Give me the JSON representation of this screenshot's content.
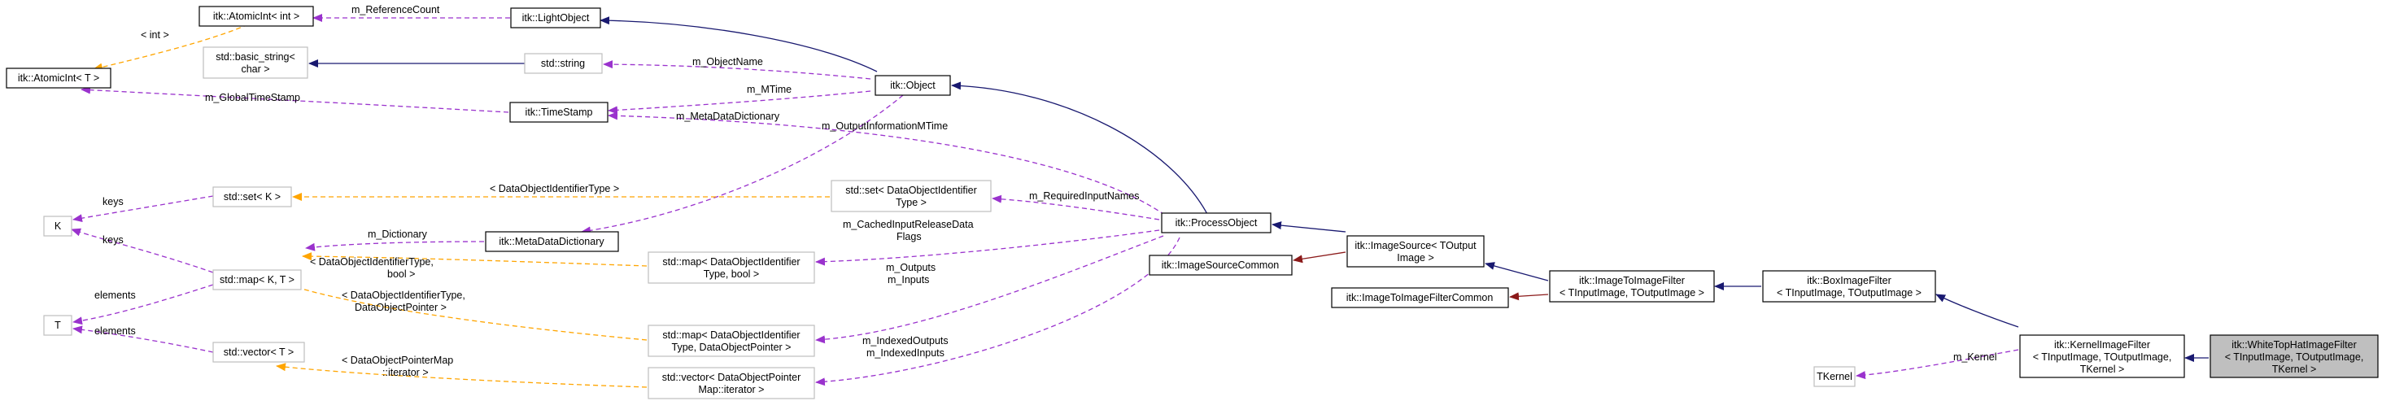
{
  "colors": {
    "inheritance": "#191970",
    "usage": "#9a32cd",
    "template": "#ffa500",
    "private_inheritance": "#8b1a1a"
  },
  "nodes": {
    "atomicint_int": "itk::AtomicInt< int >",
    "lightobject": "itk::LightObject",
    "atomicint_t": "itk::AtomicInt< T >",
    "basic_string_1": "std::basic_string<",
    "basic_string_2": "char >",
    "std_string": "std::string",
    "object": "itk::Object",
    "timestamp": "itk::TimeStamp",
    "k": "K",
    "set_k": "std::set< K >",
    "set_doid_1": "std::set< DataObjectIdentifier",
    "set_doid_2": "Type >",
    "metadatadictionary": "itk::MetaDataDictionary",
    "processobject": "itk::ProcessObject",
    "map_kt": "std::map< K, T >",
    "t": "T",
    "map_doid_bool_1": "std::map< DataObjectIdentifier",
    "map_doid_bool_2": "Type, bool >",
    "imagesource_1": "itk::ImageSource< TOutput",
    "imagesource_2": "Image >",
    "imagesourcecommon": "itk::ImageSourceCommon",
    "imagetoimagefiltercommon": "itk::ImageToImageFilterCommon",
    "imagetoimagefilter_1": "itk::ImageToImageFilter",
    "imagetoimagefilter_2": "< TInputImage, TOutputImage >",
    "boximagefilter_1": "itk::BoxImageFilter",
    "boximagefilter_2": "< TInputImage, TOutputImage >",
    "kernelimagefilter_1": "itk::KernelImageFilter",
    "kernelimagefilter_2": "< TInputImage, TOutputImage,",
    "kernelimagefilter_3": "TKernel >",
    "whitetophat_1": "itk::WhiteTopHatImageFilter",
    "whitetophat_2": "< TInputImage, TOutputImage,",
    "whitetophat_3": "TKernel >",
    "map_doid_dop_1": "std::map< DataObjectIdentifier",
    "map_doid_dop_2": "Type, DataObjectPointer >",
    "vector_t": "std::vector< T >",
    "tkernel": "TKernel",
    "vector_dop_1": "std::vector< DataObjectPointer",
    "vector_dop_2": "Map::iterator >"
  },
  "edge_labels": {
    "reference_count": "m_ReferenceCount",
    "int_tmpl": "< int >",
    "global_timestamp": "m_GlobalTimeStamp",
    "object_name": "m_ObjectName",
    "mtime": "m_MTime",
    "metadata_dictionary": "m_MetaDataDictionary",
    "output_info_mtime": "m_OutputInformationMTime",
    "keys_set": "keys",
    "doid_type_tmpl": "< DataObjectIdentifierType >",
    "required_input_names": "m_RequiredInputNames",
    "dictionary": "m_Dictionary",
    "keys_map": "keys",
    "cached_release_1": "m_CachedInputReleaseData",
    "cached_release_2": "Flags",
    "doid_bool_tmpl_1": "< DataObjectIdentifierType,",
    "doid_bool_tmpl_2": "bool >",
    "outputs": "m_Outputs",
    "inputs": "m_Inputs",
    "elements_map": "elements",
    "doid_dop_tmpl_1": "< DataObjectIdentifierType,",
    "doid_dop_tmpl_2": "DataObjectPointer >",
    "elements_vector": "elements",
    "dop_map_iter_tmpl_1": "< DataObjectPointerMap",
    "dop_map_iter_tmpl_2": "::iterator >",
    "indexed_outputs": "m_IndexedOutputs",
    "indexed_inputs": "m_IndexedInputs",
    "kernel": "m_Kernel"
  }
}
